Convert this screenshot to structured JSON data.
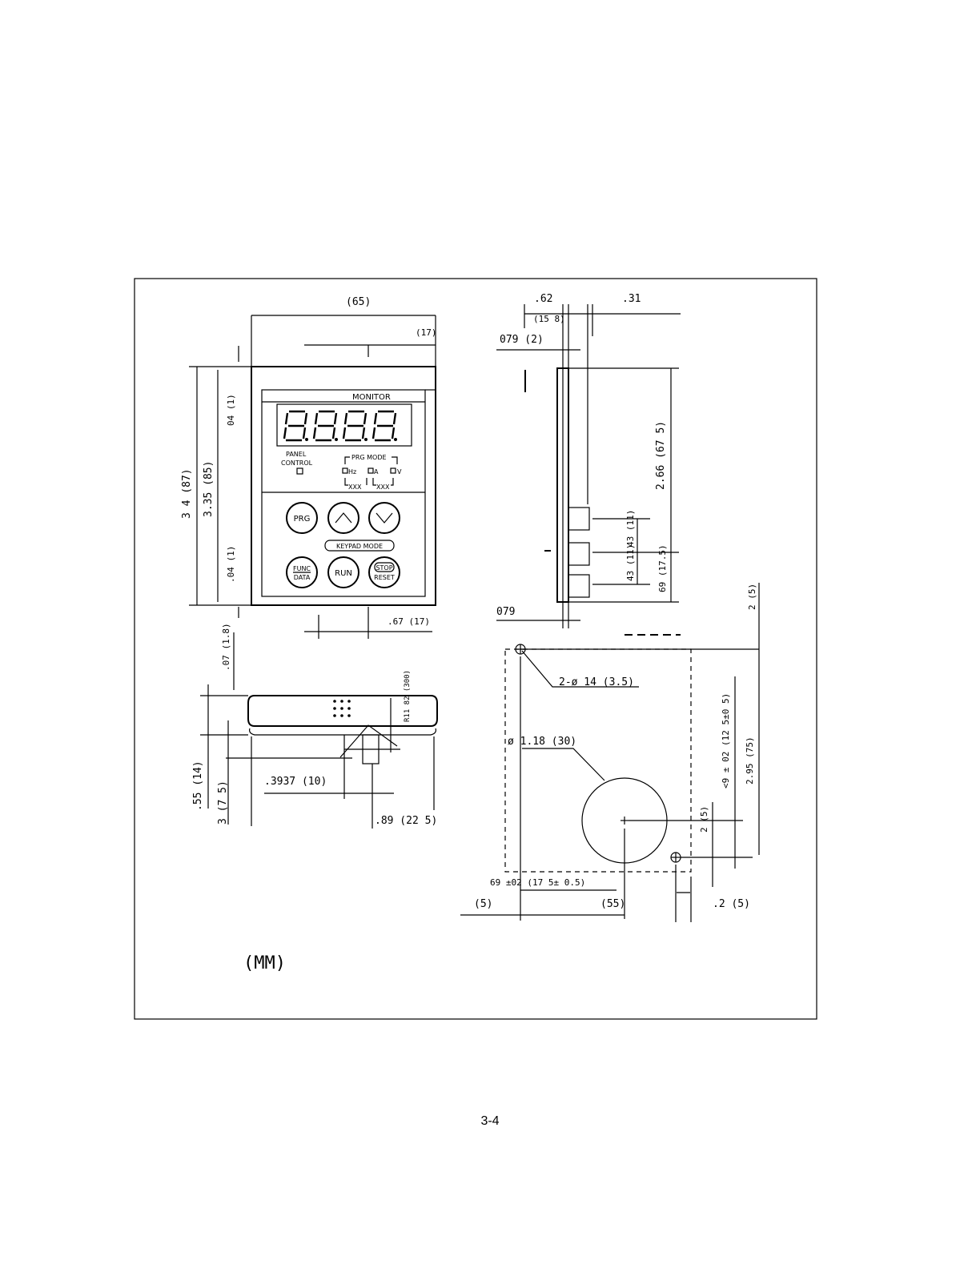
{
  "page": {
    "number": "3-4"
  },
  "units_label": "(MM)",
  "front_view": {
    "monitor_label": "MONITOR",
    "panel_label": "PANEL",
    "control_label": "CONTROL",
    "prg_mode_label": "PRG MODE",
    "hz_label": "Hz",
    "a_label": "A",
    "v_label": "V",
    "xxx_left": "XXX",
    "xxx_right": "XXX",
    "keypad_mode_label": "KEYPAD MODE",
    "buttons": {
      "prg": "PRG",
      "func": "FUNC",
      "data": "DATA",
      "run": "RUN",
      "stop": "STOP",
      "reset": "RESET"
    },
    "dims": {
      "width_top": "(65)",
      "top_offset": "(17)",
      "overall_height": "3 4 (87)",
      "panel_height": "3.35 (85)",
      "top_margin": "04 (1)",
      "bottom_margin": ".04 (1)",
      "bottom_offset": ".67 (17)",
      "gap": ".07 (1.8)"
    }
  },
  "bottom_view": {
    "radius": "R11 82 (300)",
    "depth_a": ".55 (14)",
    "depth_b": "3 (7 5)",
    "boss": ".3937 (10)",
    "overall_depth": ".89 (22 5)"
  },
  "side_view": {
    "dims": {
      "top_a": ".62",
      "top_a_mm": "(15 8)",
      "top_b": ".31",
      "plate": "079 (2)",
      "plate_bottom": "079",
      "height": "2.66 (67 5)",
      "step1": "43 (11)",
      "step2": "43 (11)",
      "lower": "69 (17.5)"
    }
  },
  "cutout_view": {
    "dims": {
      "side_margin": "2 (5)",
      "holes": "2-ø 14 (3.5)",
      "circle": "ø 1.18 (30)",
      "vert_tol": "<9 ± 02 (12 5±0 5)",
      "overall_height": "2.95 (75)",
      "small_v": "2 (5)",
      "horiz_tol": "69 ±02 (17 5± 0.5)",
      "left": "(5)",
      "center": "(55)",
      "right": ".2 (5)"
    }
  }
}
